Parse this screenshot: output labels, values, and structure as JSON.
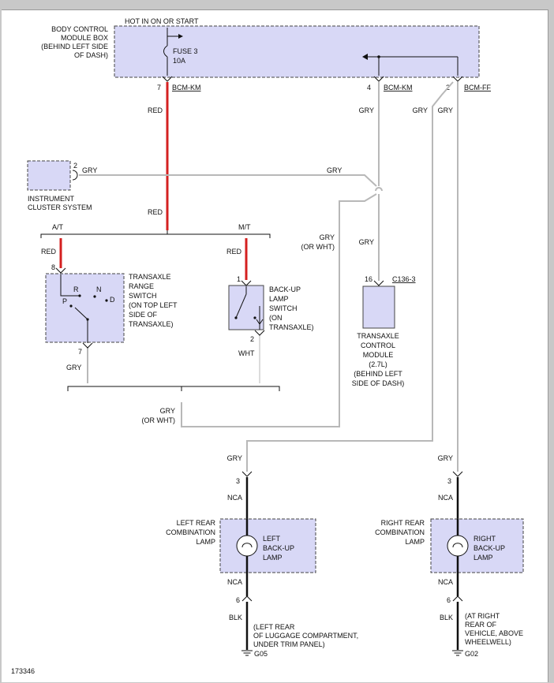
{
  "colors": {
    "box_fill": "#d8d8f6",
    "red": "#d42020",
    "grey": "#b8b8b8",
    "black": "#111111"
  },
  "bcm": {
    "label": [
      "BODY CONTROL",
      "MODULE BOX",
      "(BEHIND LEFT SIDE",
      "OF DASH)"
    ],
    "hot": "HOT IN ON OR START",
    "fuse": "FUSE 3",
    "amps": "10A",
    "pins": [
      {
        "num": "7",
        "conn": "BCM-KM"
      },
      {
        "num": "4",
        "conn": "BCM-KM"
      },
      {
        "num": "2",
        "conn": "BCM-FF"
      }
    ]
  },
  "ipc": {
    "label": [
      "INSTRUMENT",
      "CLUSTER SYSTEM"
    ],
    "pin": "2",
    "wire": "GRY"
  },
  "wires": {
    "red": "RED",
    "gry": "GRY",
    "wht": "WHT",
    "blk": "BLK",
    "nca": "NCA",
    "gry_or_wht": [
      "GRY",
      "(OR WHT)"
    ]
  },
  "branches": {
    "at": "A/T",
    "mt": "M/T"
  },
  "trs": {
    "label": [
      "TRANSAXLE",
      "RANGE",
      "SWITCH",
      "(ON TOP LEFT",
      "SIDE OF",
      "TRANSAXLE)"
    ],
    "pin_in": "8",
    "pin_out": "7",
    "positions": {
      "r": "R",
      "n": "N",
      "p": "P",
      "d": "D"
    }
  },
  "backup_switch": {
    "label": [
      "BACK-UP",
      "LAMP",
      "SWITCH",
      "(ON",
      "TRANSAXLE)"
    ],
    "pin_in": "1",
    "pin_out": "2"
  },
  "tcm": {
    "label": [
      "TRANSAXLE",
      "CONTROL",
      "MODULE",
      "(2.7L)",
      "(BEHIND LEFT",
      "SIDE OF DASH)"
    ],
    "pin": "16",
    "conn": "C136-3"
  },
  "left_lamp": {
    "label": [
      "LEFT REAR",
      "COMBINATION",
      "LAMP"
    ],
    "bulb": [
      "LEFT",
      "BACK-UP",
      "LAMP"
    ],
    "pin_top": "3",
    "pin_bot": "6",
    "ground_loc": [
      "(LEFT REAR",
      "OF LUGGAGE COMPARTMENT,",
      "UNDER TRIM PANEL)"
    ],
    "ground": "G05"
  },
  "right_lamp": {
    "label": [
      "RIGHT REAR",
      "COMBINATION",
      "LAMP"
    ],
    "bulb": [
      "RIGHT",
      "BACK-UP",
      "LAMP"
    ],
    "pin_top": "3",
    "pin_bot": "6",
    "ground_loc": [
      "(AT RIGHT",
      "REAR OF",
      "VEHICLE, ABOVE",
      "WHEELWELL)"
    ],
    "ground": "G02"
  },
  "figure_id": "173346"
}
